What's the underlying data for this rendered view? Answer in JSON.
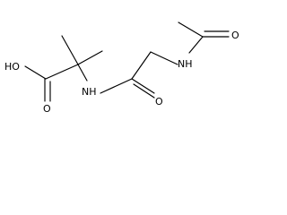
{
  "molecule": {
    "atom_labels": {
      "carboxyl_oh": "HO",
      "carboxyl_o": "O",
      "amide_nh_1": "NH",
      "amide_o_1": "O",
      "amide_nh_2": "NH",
      "acetyl_o": "O"
    }
  },
  "colors": {
    "bond": "#000000",
    "text": "#000000",
    "background": "#ffffff"
  }
}
